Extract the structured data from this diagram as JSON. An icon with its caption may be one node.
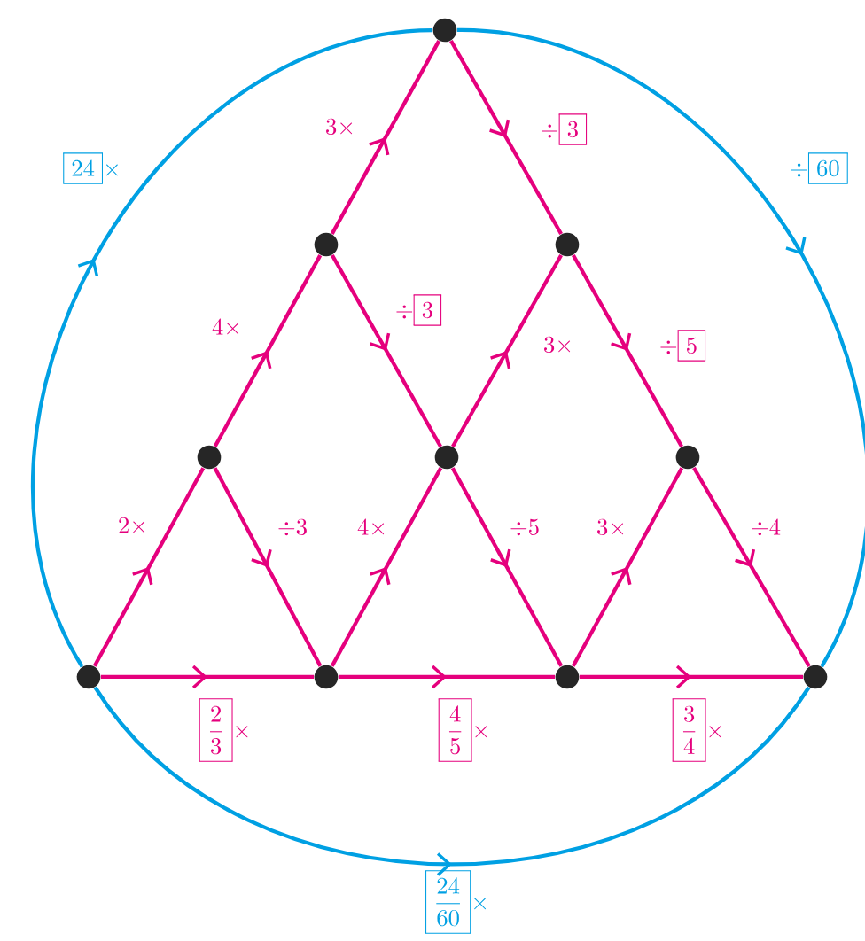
{
  "diagram": {
    "nodes": [
      {
        "text": [],
        "shape": "circle"
      },
      {
        "text": [],
        "shape": "circle"
      },
      {
        "text": [],
        "shape": "circle"
      },
      {
        "text": [],
        "shape": "circle"
      },
      {
        "text": [],
        "shape": "circle"
      },
      {
        "text": [],
        "shape": "circle"
      },
      {
        "text": [],
        "shape": "circle"
      },
      {
        "text": [],
        "shape": "circle"
      },
      {
        "text": [],
        "shape": "circle"
      },
      {
        "text": [],
        "shape": "circle"
      }
    ],
    "edges": [
      {
        "from": 6,
        "to": 3,
        "arrow": "to",
        "label": "2\\times"
      },
      {
        "from": 3,
        "to": 1,
        "arrow": "to",
        "label": "4\\times"
      },
      {
        "from": 1,
        "to": 0,
        "arrow": "to",
        "label": "3\\times"
      },
      {
        "from": 0,
        "to": 2,
        "arrow": "to",
        "label": "\\div\\boxed{3}"
      },
      {
        "from": 2,
        "to": 5,
        "arrow": "to",
        "label": "\\div\\boxed{5}"
      },
      {
        "from": 5,
        "to": 9,
        "arrow": "to",
        "label": "\\div 4"
      },
      {
        "from": 1,
        "to": 4,
        "arrow": "to",
        "label": "\\div\\boxed{3}"
      },
      {
        "from": 3,
        "to": 7,
        "arrow": "to",
        "label": "\\div 3"
      },
      {
        "from": 7,
        "to": 4,
        "arrow": "to",
        "label": "4\\times"
      },
      {
        "from": 4,
        "to": 2,
        "arrow": "to",
        "label": "3\\times"
      },
      {
        "from": 4,
        "to": 8,
        "arrow": "to",
        "label": "\\div 5"
      },
      {
        "from": 8,
        "to": 5,
        "arrow": "to",
        "label": "3\\times"
      },
      {
        "from": 6,
        "to": 7,
        "arrow": "to",
        "label": "\\boxed{\\frac{2}{3}}\\times"
      },
      {
        "from": 7,
        "to": 8,
        "arrow": "to",
        "label": "\\boxed{\\frac{4}{5}}\\times"
      },
      {
        "from": 8,
        "to": 9,
        "arrow": "to",
        "label": "\\boxed{\\frac{3}{4}}\\times"
      },
      {
        "from": 6,
        "to": 0,
        "arrow": "to",
        "label": "\\boxed{24}\\times",
        "color": "#00a0e3"
      },
      {
        "from": 0,
        "to": 9,
        "arrow": "to",
        "label": "\\div\\boxed{60}",
        "color": "#00a0e3"
      },
      {
        "from": 6,
        "to": 9,
        "arrow": "to",
        "label": "\\boxed{\\frac{24}{60}}\\times",
        "color": "#00a0e3"
      }
    ]
  }
}
